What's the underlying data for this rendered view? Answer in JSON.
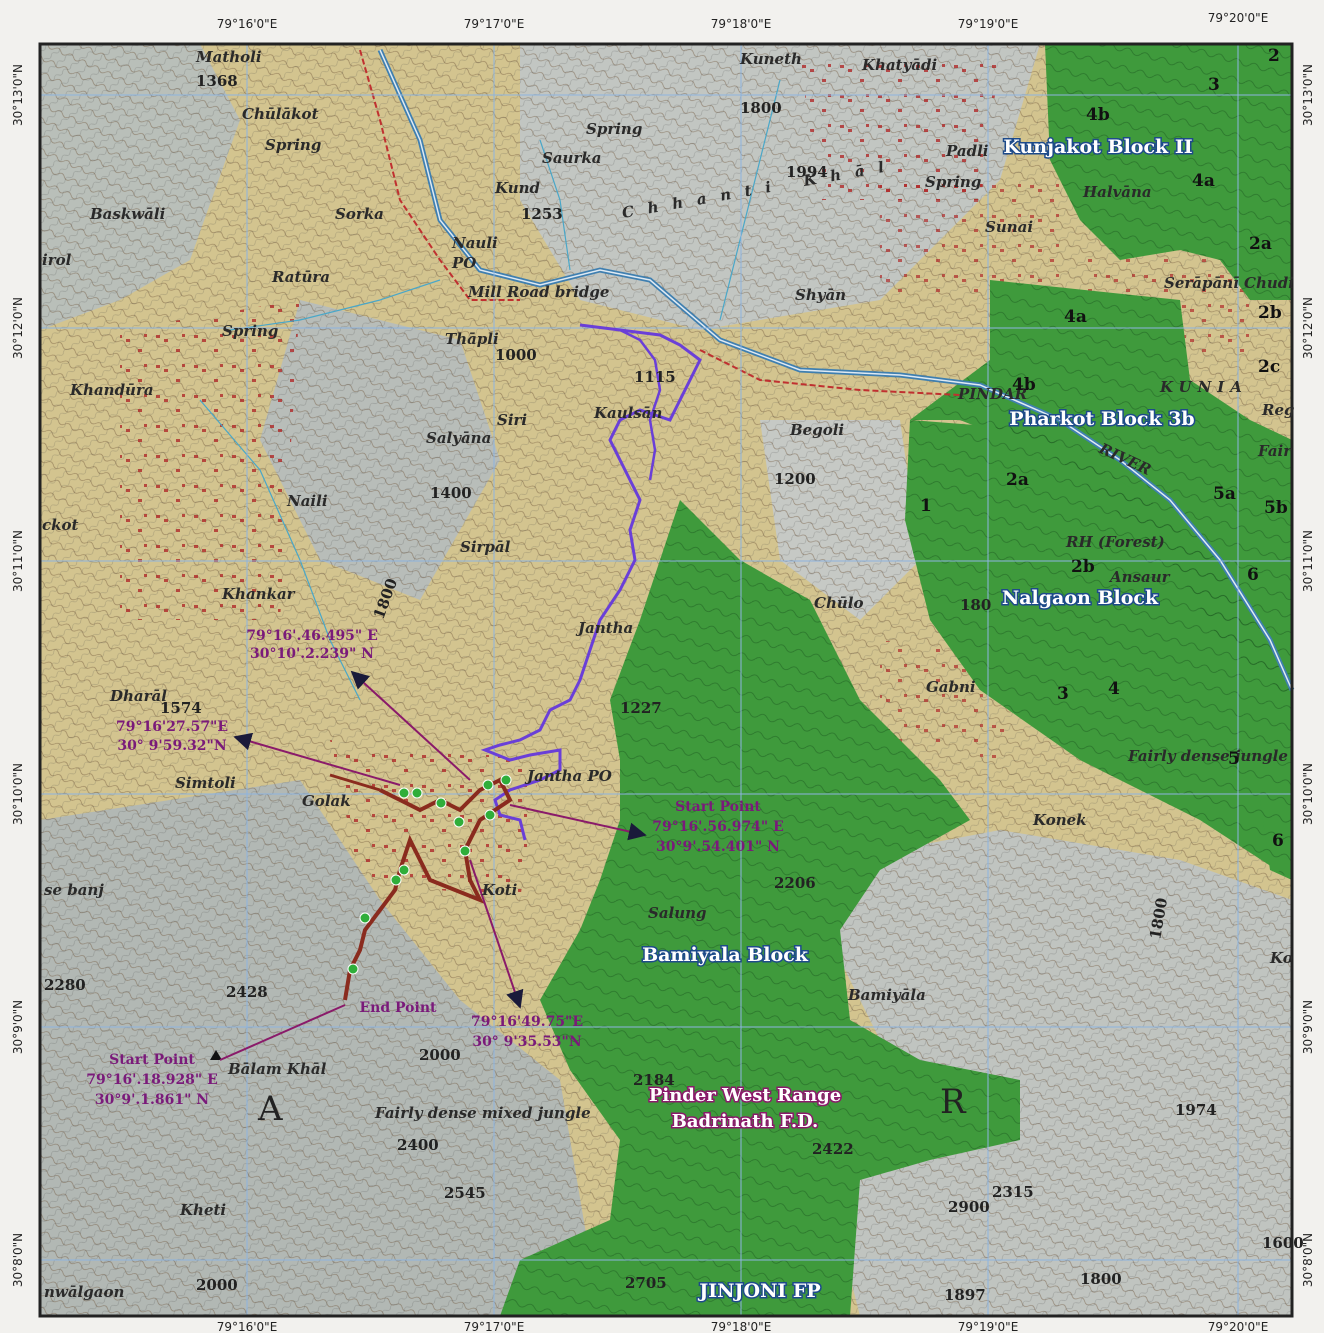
{
  "map": {
    "top_axis": [
      "79°16'0\"E",
      "79°17'0\"E",
      "79°18'0\"E",
      "79°19'0\"E",
      "79°20'0\"E"
    ],
    "bottom_axis": [
      "79°16'0\"E",
      "79°17'0\"E",
      "79°18'0\"E",
      "79°19'0\"E",
      "79°20'0\"E"
    ],
    "left_axis": [
      "30°13'0\"N",
      "30°12'0\"N",
      "30°11'0\"N",
      "30°10'0\"N",
      "30°9'0\"N",
      "30°8'0\"N"
    ],
    "right_axis": [
      "30°13'0\"N",
      "30°12'0\"N",
      "30°11'0\"N",
      "30°10'0\"N",
      "30°9'0\"N",
      "30°8'0\"N"
    ],
    "blocks": {
      "kunjakot": "Kunjakot Block II",
      "pharkot": "Pharkot Block 3b",
      "nalgaon": "Nalgaon Block",
      "bamiyala": "Bamiyala Block"
    },
    "range": {
      "line1": "Pinder West Range",
      "line2": "Badrinath F.D."
    },
    "jinjoni": "JINJONI FP",
    "places": {
      "matholi": "Matholi",
      "chulakot": "Chūlākot",
      "spring1": "Spring",
      "baskwali": "Baskwāli",
      "sorka": "Sorka",
      "ratura": "Ratūra",
      "nauli": "Nauli",
      "po1": "PO",
      "kund": "Kund",
      "saurka": "Saurka",
      "kuneth": "Kuneth",
      "khatyadi": "Khatyādi",
      "spring2": "Spring",
      "thapli": "Thāpli",
      "khandura": "Khandūra",
      "siri": "Siri",
      "salyana": "Salyāna",
      "naili": "Naili",
      "sirpal": "Sirpāl",
      "khankar": "Khankar",
      "dharal": "Dharāl",
      "simtoli": "Simtoli",
      "golak": "Golak",
      "koti": "Koti",
      "salung": "Salung",
      "bamiyala": "Bamiyāla",
      "balamkhal": "Bālam Khāl",
      "kheti": "Kheti",
      "jangalgaon": "nwālgaon",
      "shyan": "Shyān",
      "sunai": "Sunai",
      "halvana": "Halvāna",
      "serapani": "Serāpānī Chudi",
      "begoli": "Begoli",
      "chulo": "Chūlo",
      "gabni": "Gabni",
      "konek": "Konek",
      "ansaur": "Ansaur",
      "jantha": "Jantha",
      "jantha_po": "Jantha PO",
      "kaulsan": "Kaulsān",
      "padli": "Padli",
      "spring3": "Spring",
      "spring4": "Spring",
      "bridge": "Mill Road bridge",
      "rh": "RH (Forest)",
      "fairlydense": "Fairly dense jungle",
      "mixed": "Fairly dense mixed jungle",
      "pinar": "PINDAR",
      "river": "RIVER",
      "kunia": "KUNIA",
      "chhanti": "Chhanti Khāl",
      "banj": "se banj",
      "kirol": "irol",
      "ckot": "ckot",
      "reg": "Reg",
      "ko": "Ko",
      "ear": "Fair"
    },
    "elevations": {
      "e1368": "1368",
      "e1253": "1253",
      "e1994": "1994",
      "e1800a": "1800",
      "e1000": "1000",
      "e1115": "1115",
      "e1400": "1400",
      "e1200": "1200",
      "e1800b": "1800",
      "e1574": "1574",
      "e1227": "1227",
      "e2206": "2206",
      "e2280": "2280",
      "e2428": "2428",
      "e2000a": "2000",
      "e2400": "2400",
      "e2545": "2545",
      "e2422": "2422",
      "e2315": "2315",
      "e2705": "2705",
      "e1897": "1897",
      "e1974": "1974",
      "e1800c": "1800",
      "e1600": "1600",
      "e2000b": "2000",
      "e1800d": "180",
      "e2184": "2184",
      "e2200": "2900",
      "e1800e": "1800"
    },
    "compartments": {
      "c2_top": "2",
      "c3_top": "3",
      "c4b_top": "4b",
      "c4a_top": "4a",
      "c2a_r": "2a",
      "c2b_r": "2b",
      "c2c_r": "2c",
      "c4a_mid": "4a",
      "c4b_mid": "4b",
      "c2a_mid": "2a",
      "c1": "1",
      "c5a": "5a",
      "c5b": "5b",
      "c2b_mid": "2b",
      "c6a": "6",
      "c3_low": "3",
      "c4_low": "4",
      "c5": "5",
      "c6b": "6"
    },
    "letters": {
      "A": "A",
      "R": "R"
    },
    "annotations": {
      "a1_l1": "79°16'.46.495\" E",
      "a1_l2": "30°10'.2.239\" N",
      "a2_l1": "79°16'27.57\"E",
      "a2_l2": "30° 9'59.32\"N",
      "a3_t": "Start Point",
      "a3_l1": "79°16'.56.974\" E",
      "a3_l2": "30°9'.54.401\" N",
      "a4_l1": "79°16'49.75\"E",
      "a4_l2": "30° 9'35.53\"N",
      "a5_t": "End Point",
      "a6_t": "Start Point",
      "a6_l1": "79°16'.18.928\" E",
      "a6_l2": "30°9'.1.861\" N"
    },
    "colors": {
      "forest": "#3f9a3c",
      "forest_dark": "#2d7e2e",
      "terrain_tan": "#d8c58d",
      "terrain_grey": "#b5bcb8",
      "contour": "#7a5a3a",
      "river": "#3f7fb0",
      "route_purple": "#6a3fd8",
      "route_brown": "#8a2b1e",
      "annotation": "#8a1a6a",
      "grid": "#8db4e0",
      "waypoint": "#2fae3a"
    }
  }
}
